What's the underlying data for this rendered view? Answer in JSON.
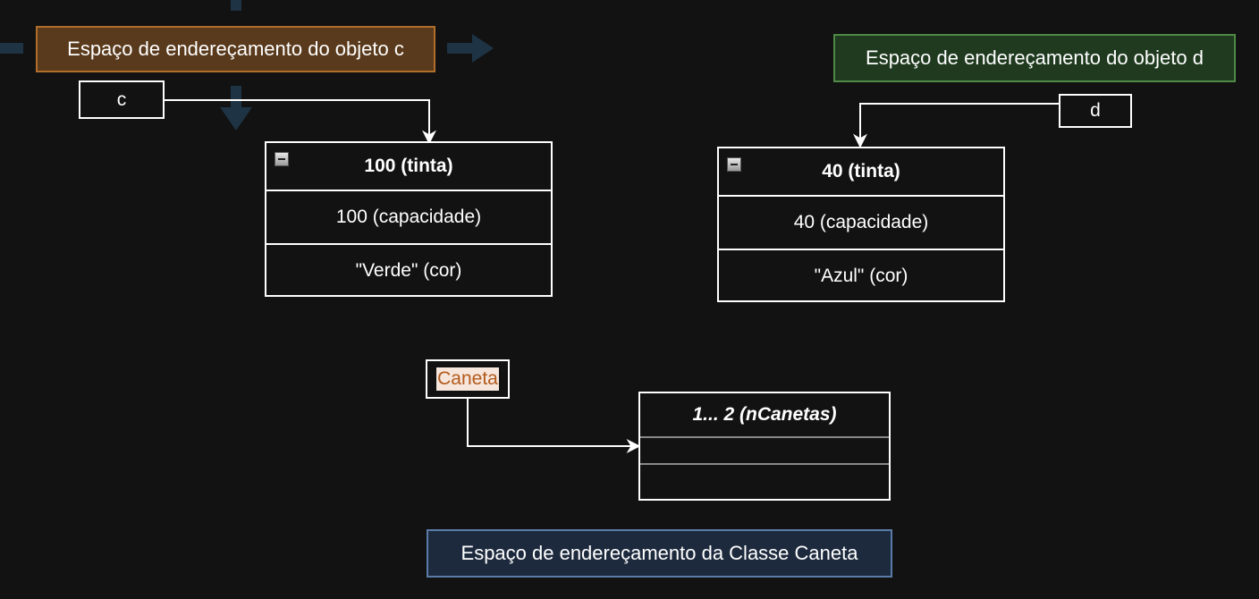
{
  "object_c": {
    "title": "Espaço de endereçamento do objeto c",
    "variable": "c",
    "header": "100 (tinta)",
    "field_1": "100 (capacidade)",
    "field_2": "\"Verde\" (cor)"
  },
  "object_d": {
    "title": "Espaço de endereçamento do objeto d",
    "variable": "d",
    "header": "40 (tinta)",
    "field_1": "40 (capacidade)",
    "field_2": "\"Azul\" (cor)"
  },
  "class_caneta": {
    "title": "Espaço de endereçamento da Classe Caneta",
    "reference": "Caneta",
    "header": "1... 2  (nCanetas)"
  },
  "colors": {
    "background": "#121212",
    "object_c_title_fill": "#5a3a1c",
    "object_d_title_fill": "#1f3a1f",
    "class_title_fill": "#1d2a3d",
    "faded_arrow": "#1e3344",
    "caneta_text": "#b35a1b"
  },
  "icons": [
    "collapse-icon",
    "arrow-right-icon",
    "arrow-down-icon"
  ]
}
